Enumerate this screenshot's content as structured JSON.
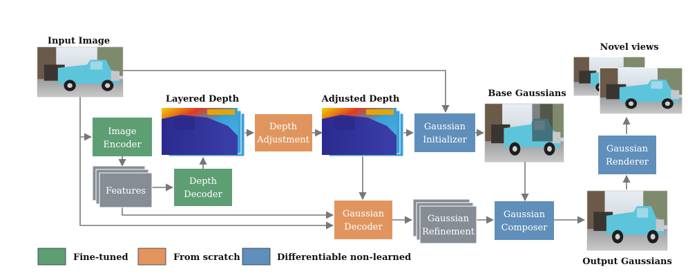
{
  "captions": {
    "input_image": "Input Image",
    "layered_depth": "Layered Depth",
    "adjusted_depth": "Adjusted Depth",
    "base_gaussians": "Base Gaussians",
    "novel_views": "Novel views",
    "output_gaussians": "Output Gaussians"
  },
  "nodes": {
    "image_encoder": [
      "Image",
      "Encoder"
    ],
    "features": [
      "Features"
    ],
    "depth_decoder": [
      "Depth",
      "Decoder"
    ],
    "depth_adjustment": [
      "Depth",
      "Adjustment"
    ],
    "gaussian_initializer": [
      "Gaussian",
      "Initializer"
    ],
    "gaussian_decoder": [
      "Gaussian",
      "Decoder"
    ],
    "gaussian_refinement": [
      "Gaussian",
      "Refinement"
    ],
    "gaussian_composer": [
      "Gaussian",
      "Composer"
    ],
    "gaussian_renderer": [
      "Gaussian",
      "Renderer"
    ]
  },
  "legend": [
    {
      "label": "Fine-tuned",
      "color": "#5e9e73"
    },
    {
      "label": "From scratch",
      "color": "#e0955f"
    },
    {
      "label": "Differentiable non-learned",
      "color": "#5f8fba"
    }
  ],
  "colors": {
    "fine_tuned": "#5e9e73",
    "from_scratch": "#e0955f",
    "non_learned": "#5f8fba",
    "features": "#878d95",
    "arrow": "#777777"
  }
}
